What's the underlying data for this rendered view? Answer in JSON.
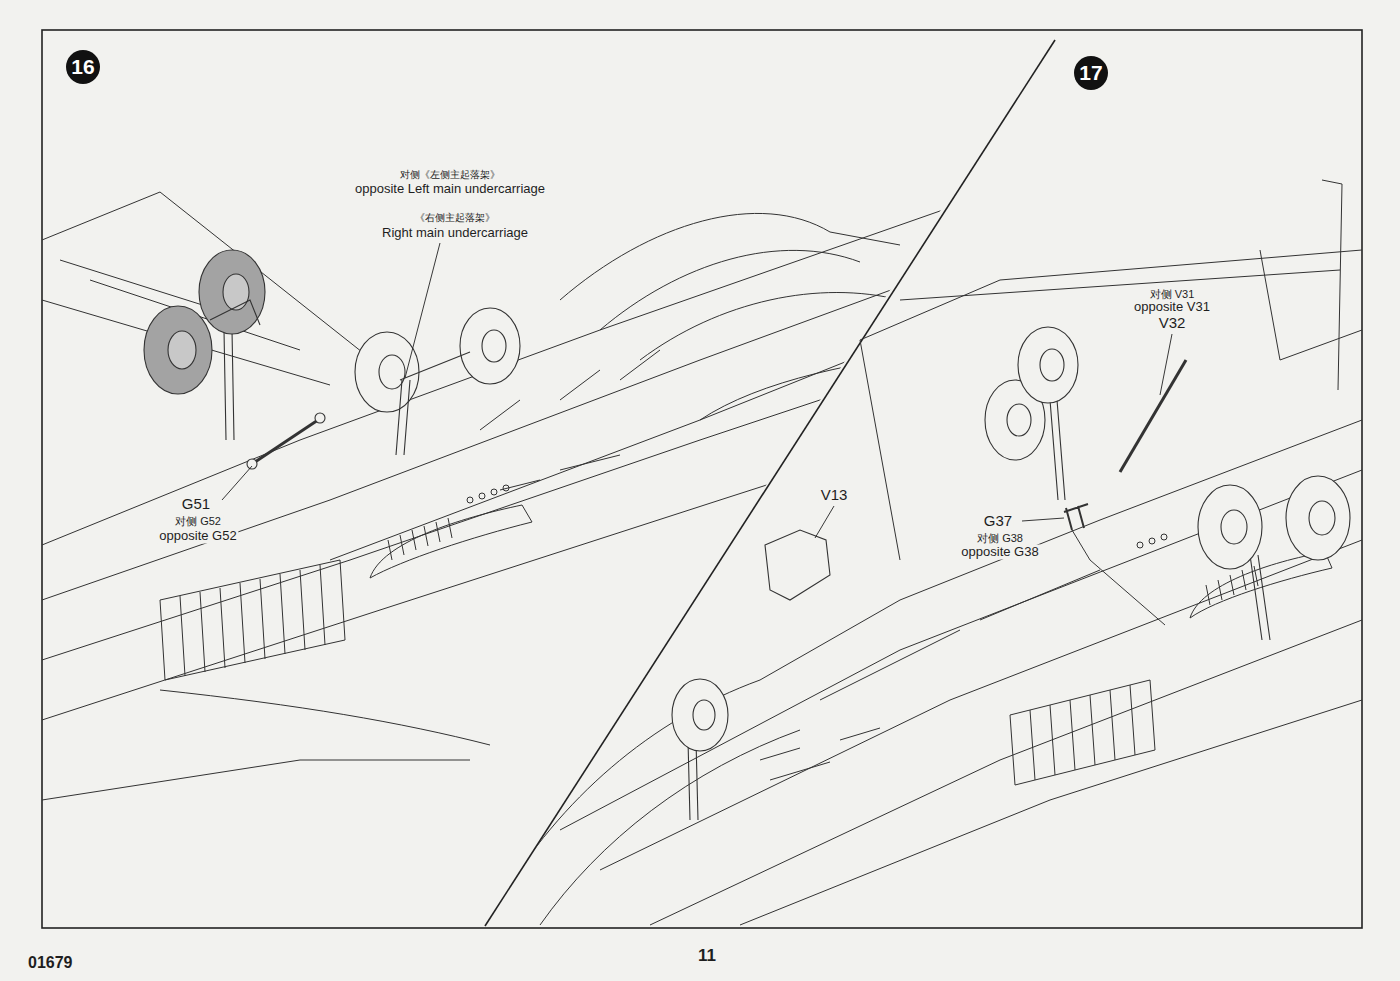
{
  "diagram": {
    "nodes": [
      {
        "text": [
          "16"
        ]
      },
      {
        "text": [
          "17"
        ]
      }
    ],
    "labels": [
      "对侧《左侧主起落架》",
      "opposite Left main undercarriage",
      "《右侧主起落架》",
      "Right main undercarriage",
      "G51",
      "对侧 G52",
      "opposite G52",
      "V13",
      "对侧 V31",
      "opposite V31",
      "V32",
      "G37",
      "对侧 G38",
      "opposite G38",
      "01679",
      "11"
    ]
  }
}
